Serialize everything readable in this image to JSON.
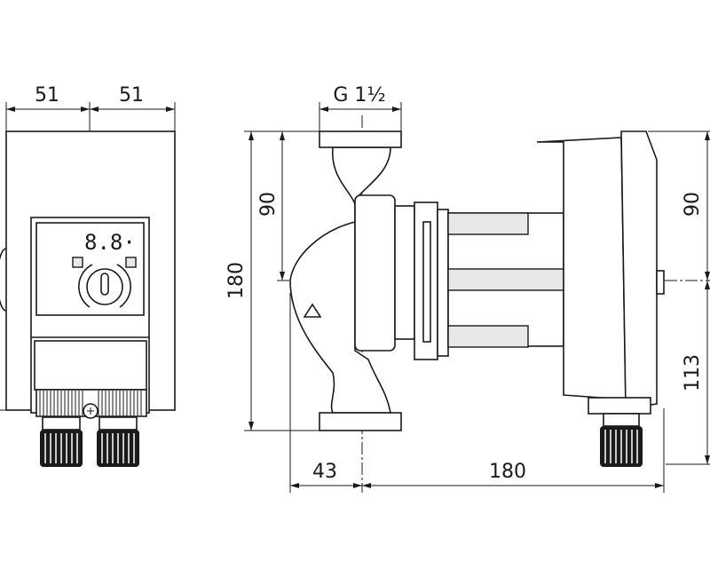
{
  "front_view": {
    "dim_left_width": "51",
    "dim_right_width": "51",
    "display_readout": "8.8·"
  },
  "side_view": {
    "dim_thread": "G 1½",
    "dim_total_height": "180",
    "dim_upper_height_left": "90",
    "dim_upper_height_right": "90",
    "dim_lower_height_right": "113",
    "dim_inlet_offset": "43",
    "dim_length": "180"
  }
}
